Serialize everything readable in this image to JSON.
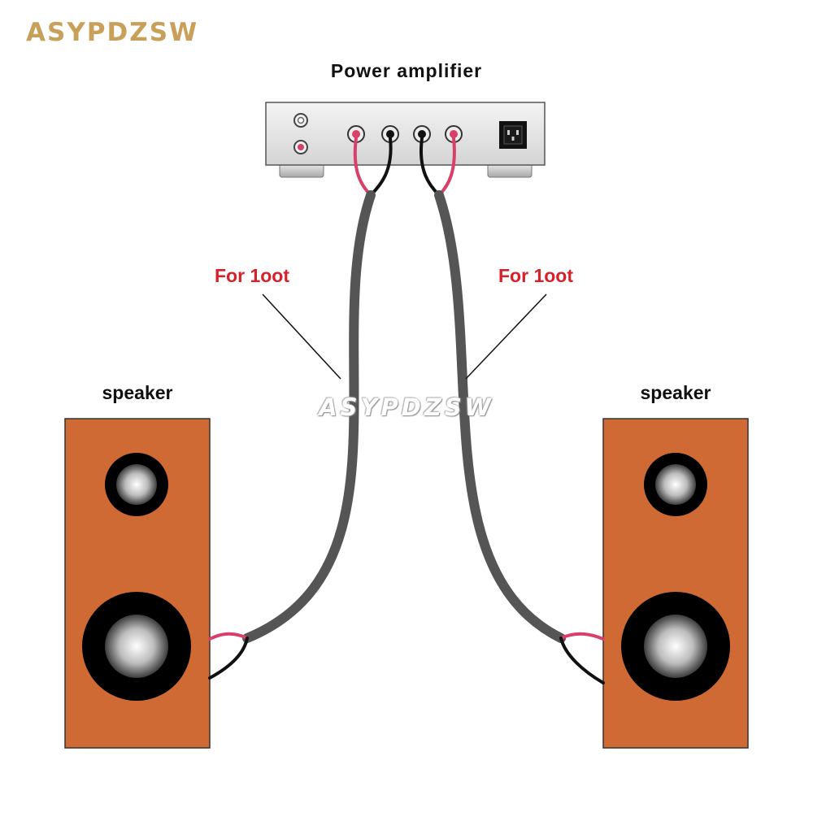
{
  "brand": "ASYPDZSW",
  "amplifier": {
    "label": "Power amplifier"
  },
  "speakers": {
    "left_label": "speaker",
    "right_label": "speaker"
  },
  "cable": {
    "left_length": "For 1oot",
    "right_length": "For 1oot"
  },
  "watermark": "ASYPDZSW",
  "colors": {
    "speaker_box": "#d06a35",
    "cable_jacket": "#555555",
    "positive_wire": "#d8406a",
    "negative_wire": "#111111",
    "length_label": "#d6202a",
    "brand": "#c8a05a",
    "amplifier_body": "#e4e4e4"
  }
}
